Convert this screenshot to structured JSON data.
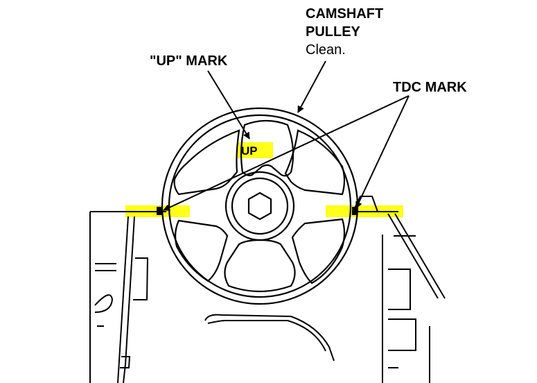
{
  "labels": {
    "camshaft_line1": "CAMSHAFT",
    "camshaft_line2": "PULLEY",
    "camshaft_note": "Clean.",
    "up_mark": "\"UP\" MARK",
    "tdc_mark": "TDC MARK",
    "pulley_up_text": "UP"
  },
  "colors": {
    "highlight": "#ffff00",
    "line": "#000000",
    "background": "#ffffff"
  }
}
